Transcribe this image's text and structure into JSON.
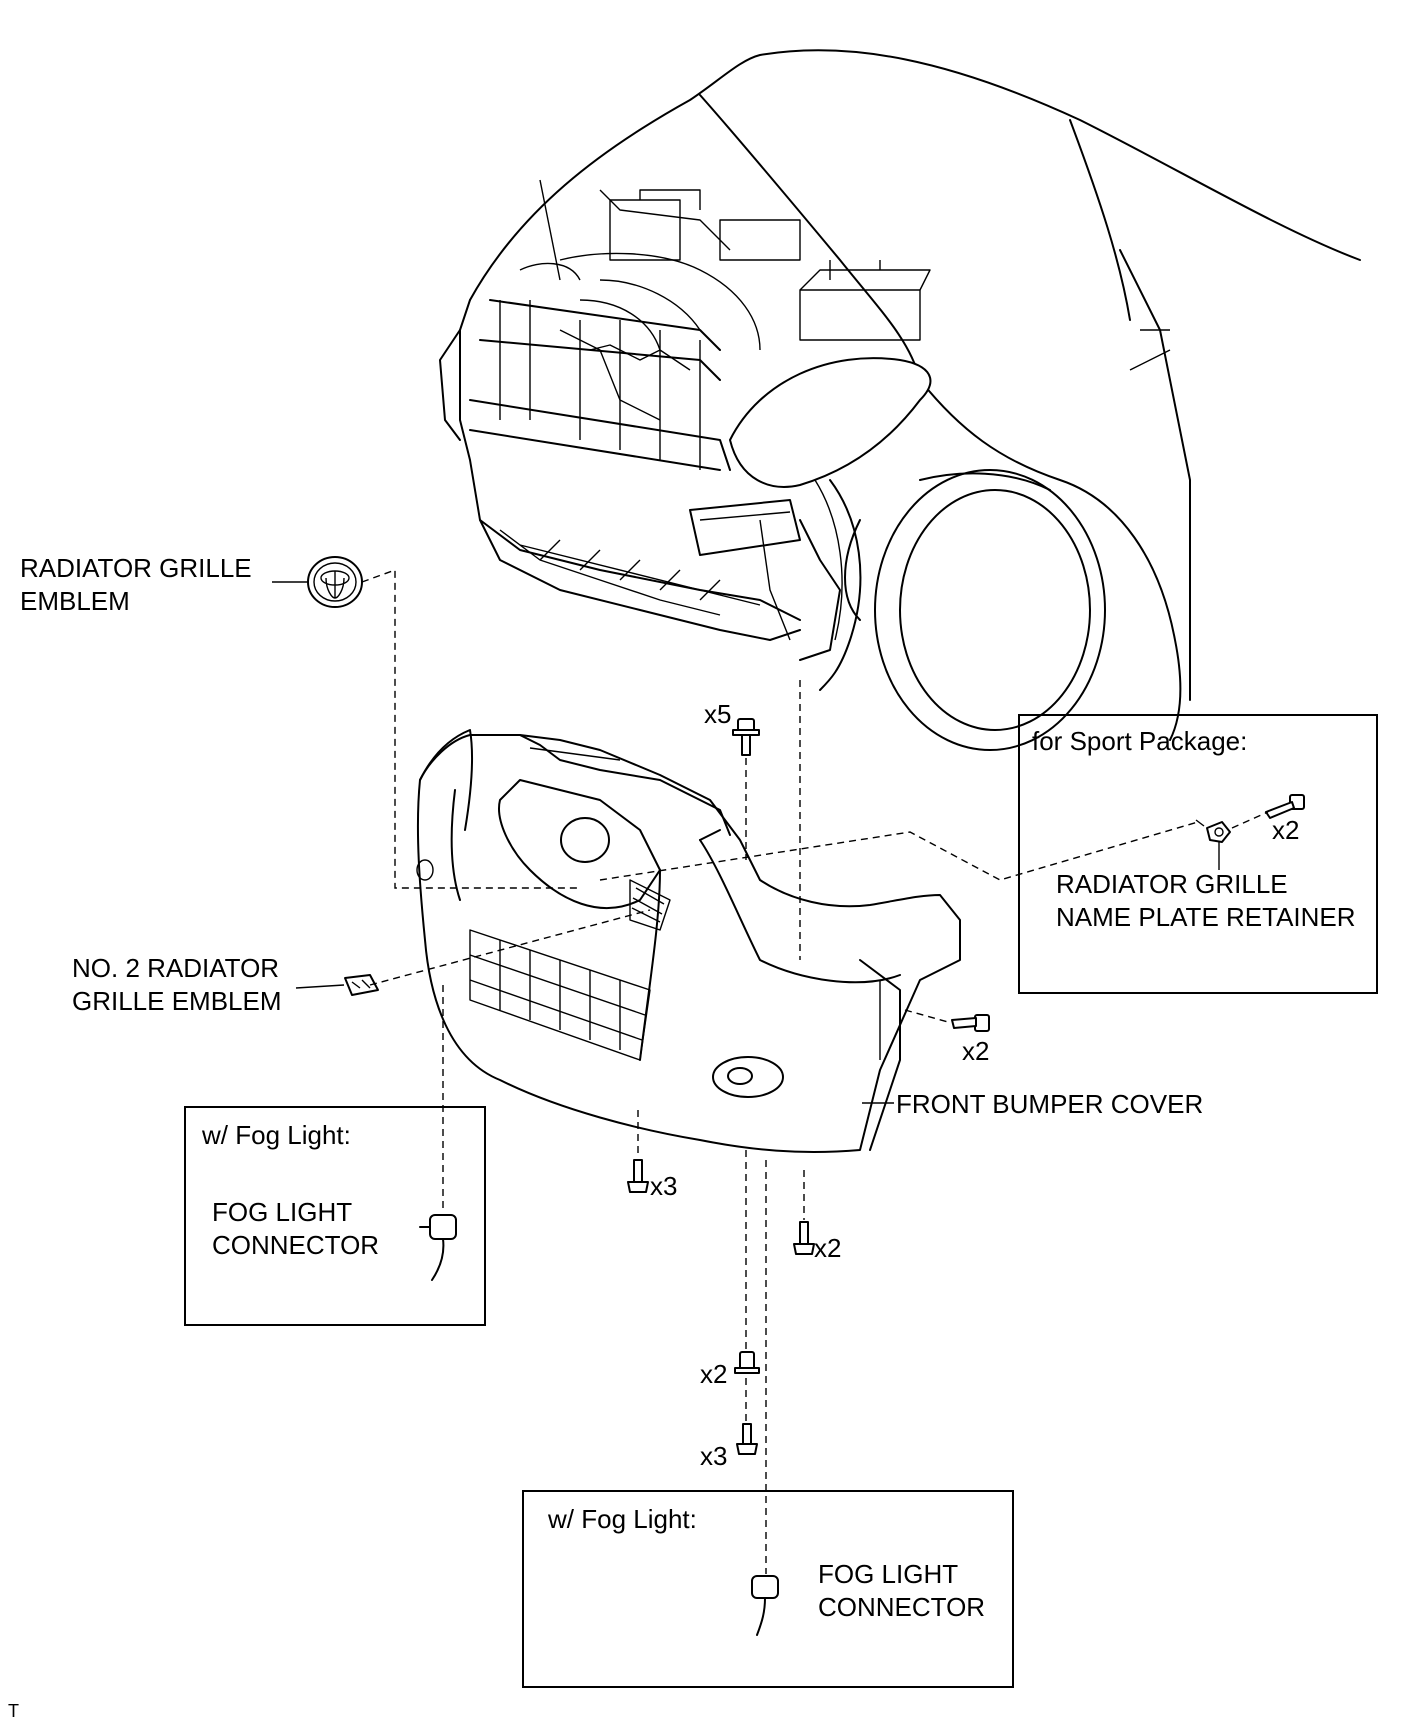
{
  "labels": {
    "radiator_grille_emblem": [
      "RADIATOR GRILLE",
      "EMBLEM"
    ],
    "no2_radiator_grille_emblem": [
      "NO. 2 RADIATOR",
      "GRILLE EMBLEM"
    ],
    "front_bumper_cover": "FRONT BUMPER COVER",
    "name_plate_retainer": [
      "RADIATOR GRILLE",
      "NAME PLATE RETAINER"
    ],
    "fog_light_connector_left": [
      "FOG LIGHT",
      "CONNECTOR"
    ],
    "fog_light_connector_bottom": [
      "FOG LIGHT",
      "CONNECTOR"
    ]
  },
  "boxes": {
    "sport_package": "for Sport Package:",
    "fog_light_left": "w/ Fog Light:",
    "fog_light_bottom": "w/ Fog Light:"
  },
  "quantities": {
    "top_clip": "x5",
    "sport_screw": "x2",
    "side_screw": "x2",
    "bottom_left_screw": "x3",
    "bottom_right_screw": "x2",
    "lower_clip": "x2",
    "lower_screw": "x3"
  },
  "corner_mark": "T"
}
